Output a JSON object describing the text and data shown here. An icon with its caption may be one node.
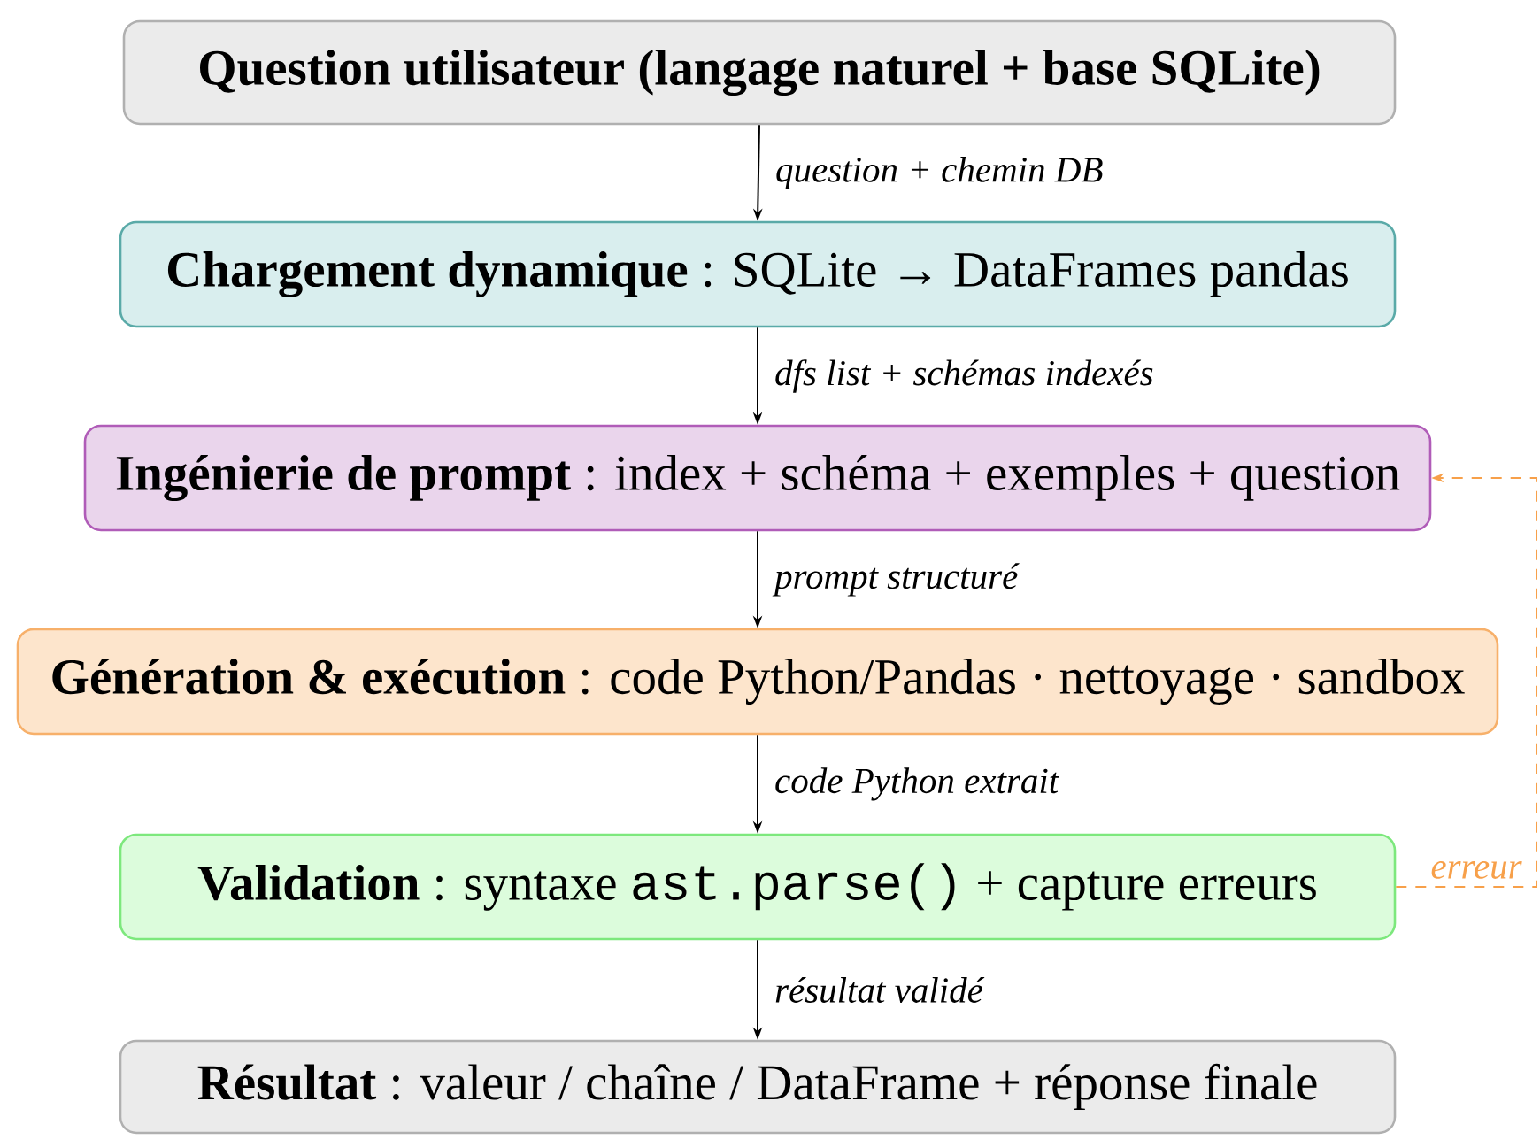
{
  "diagram": {
    "nodes": [
      {
        "text": [
          "Question utilisateur (langage naturel + base SQLite)"
        ]
      },
      {
        "text": [
          "**Chargement dynamique** : SQLite → DataFrames pandas"
        ]
      },
      {
        "text": [
          "**Ingénierie de prompt** : index + schéma + exemples + question"
        ]
      },
      {
        "text": [
          "**Génération & exécution** : code Python/Pandas · nettoyage · sandbox"
        ]
      },
      {
        "text": [
          "**Validation** : syntaxe",
          "ast.parse()",
          "+ capture erreurs"
        ]
      },
      {
        "text": [
          "**Résultat** : valeur / chaîne / DataFrame + réponse finale"
        ]
      }
    ],
    "edges": [
      {
        "from": 0,
        "to": 1,
        "arrow": "to",
        "label": "question + chemin DB"
      },
      {
        "from": 1,
        "to": 2,
        "arrow": "to",
        "label": "dfs list + schémas indexés"
      },
      {
        "from": 2,
        "to": 3,
        "arrow": "to",
        "label": "prompt structuré"
      },
      {
        "from": 3,
        "to": 4,
        "arrow": "to",
        "label": "code Python extrait"
      },
      {
        "from": 4,
        "to": 5,
        "arrow": "to",
        "label": "résultat validé"
      },
      {
        "from": 4,
        "to": 2,
        "arrow": "to",
        "label": "erreur",
        "style": "dashed",
        "color": "#f7a04a"
      }
    ]
  }
}
